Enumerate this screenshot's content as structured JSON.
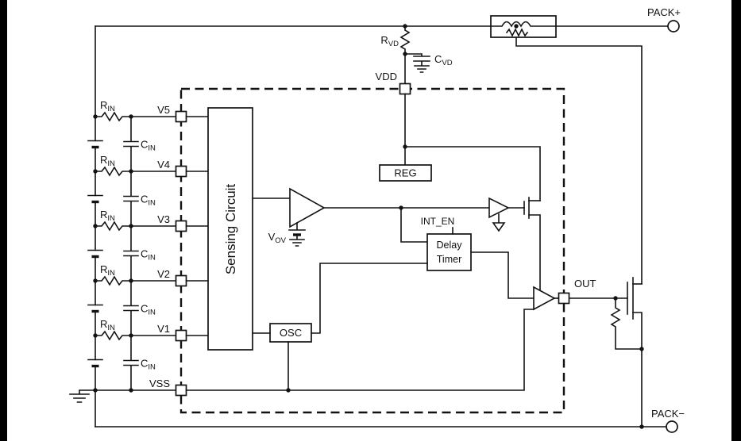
{
  "figure": {
    "type": "battery-protector-block-diagram",
    "background": "#ffffff",
    "line_color": "#121212",
    "terminals": {
      "pack_plus": "PACK+",
      "pack_minus": "PACK−"
    },
    "pins": {
      "vdd": "VDD",
      "v5": "V5",
      "v4": "V4",
      "v3": "V3",
      "v2": "V2",
      "v1": "V1",
      "vss": "VSS",
      "out": "OUT"
    },
    "components": {
      "rvd": {
        "main": "R",
        "sub": "VD"
      },
      "cvd": {
        "main": "C",
        "sub": "VD"
      },
      "rin": {
        "main": "R",
        "sub": "IN"
      },
      "cin": {
        "main": "C",
        "sub": "IN"
      },
      "vov": {
        "main": "V",
        "sub": "OV"
      }
    },
    "blocks": {
      "sensing": "Sensing Circuit",
      "reg": "REG",
      "osc": "OSC",
      "delay_line1": "Delay",
      "delay_line2": "Timer"
    },
    "signals": {
      "int_en": "INT_EN"
    }
  }
}
